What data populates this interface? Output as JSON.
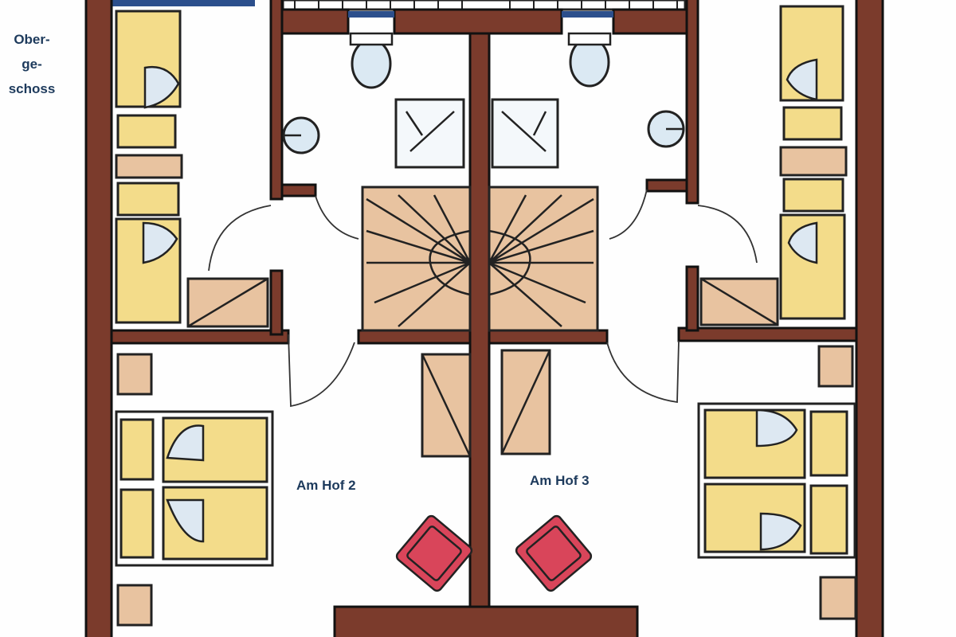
{
  "floor_label": [
    "Ober-",
    "ge-",
    "schoss"
  ],
  "rooms": {
    "left": "Am Hof 2",
    "right": "Am Hof 3"
  },
  "colors": {
    "wall": "#7b3b2c",
    "label": "#1d3a5c",
    "bed": "#f3dc8a",
    "wood": "#e8c3a0",
    "chair": "#d9455a",
    "window": "#2c4f8c"
  }
}
